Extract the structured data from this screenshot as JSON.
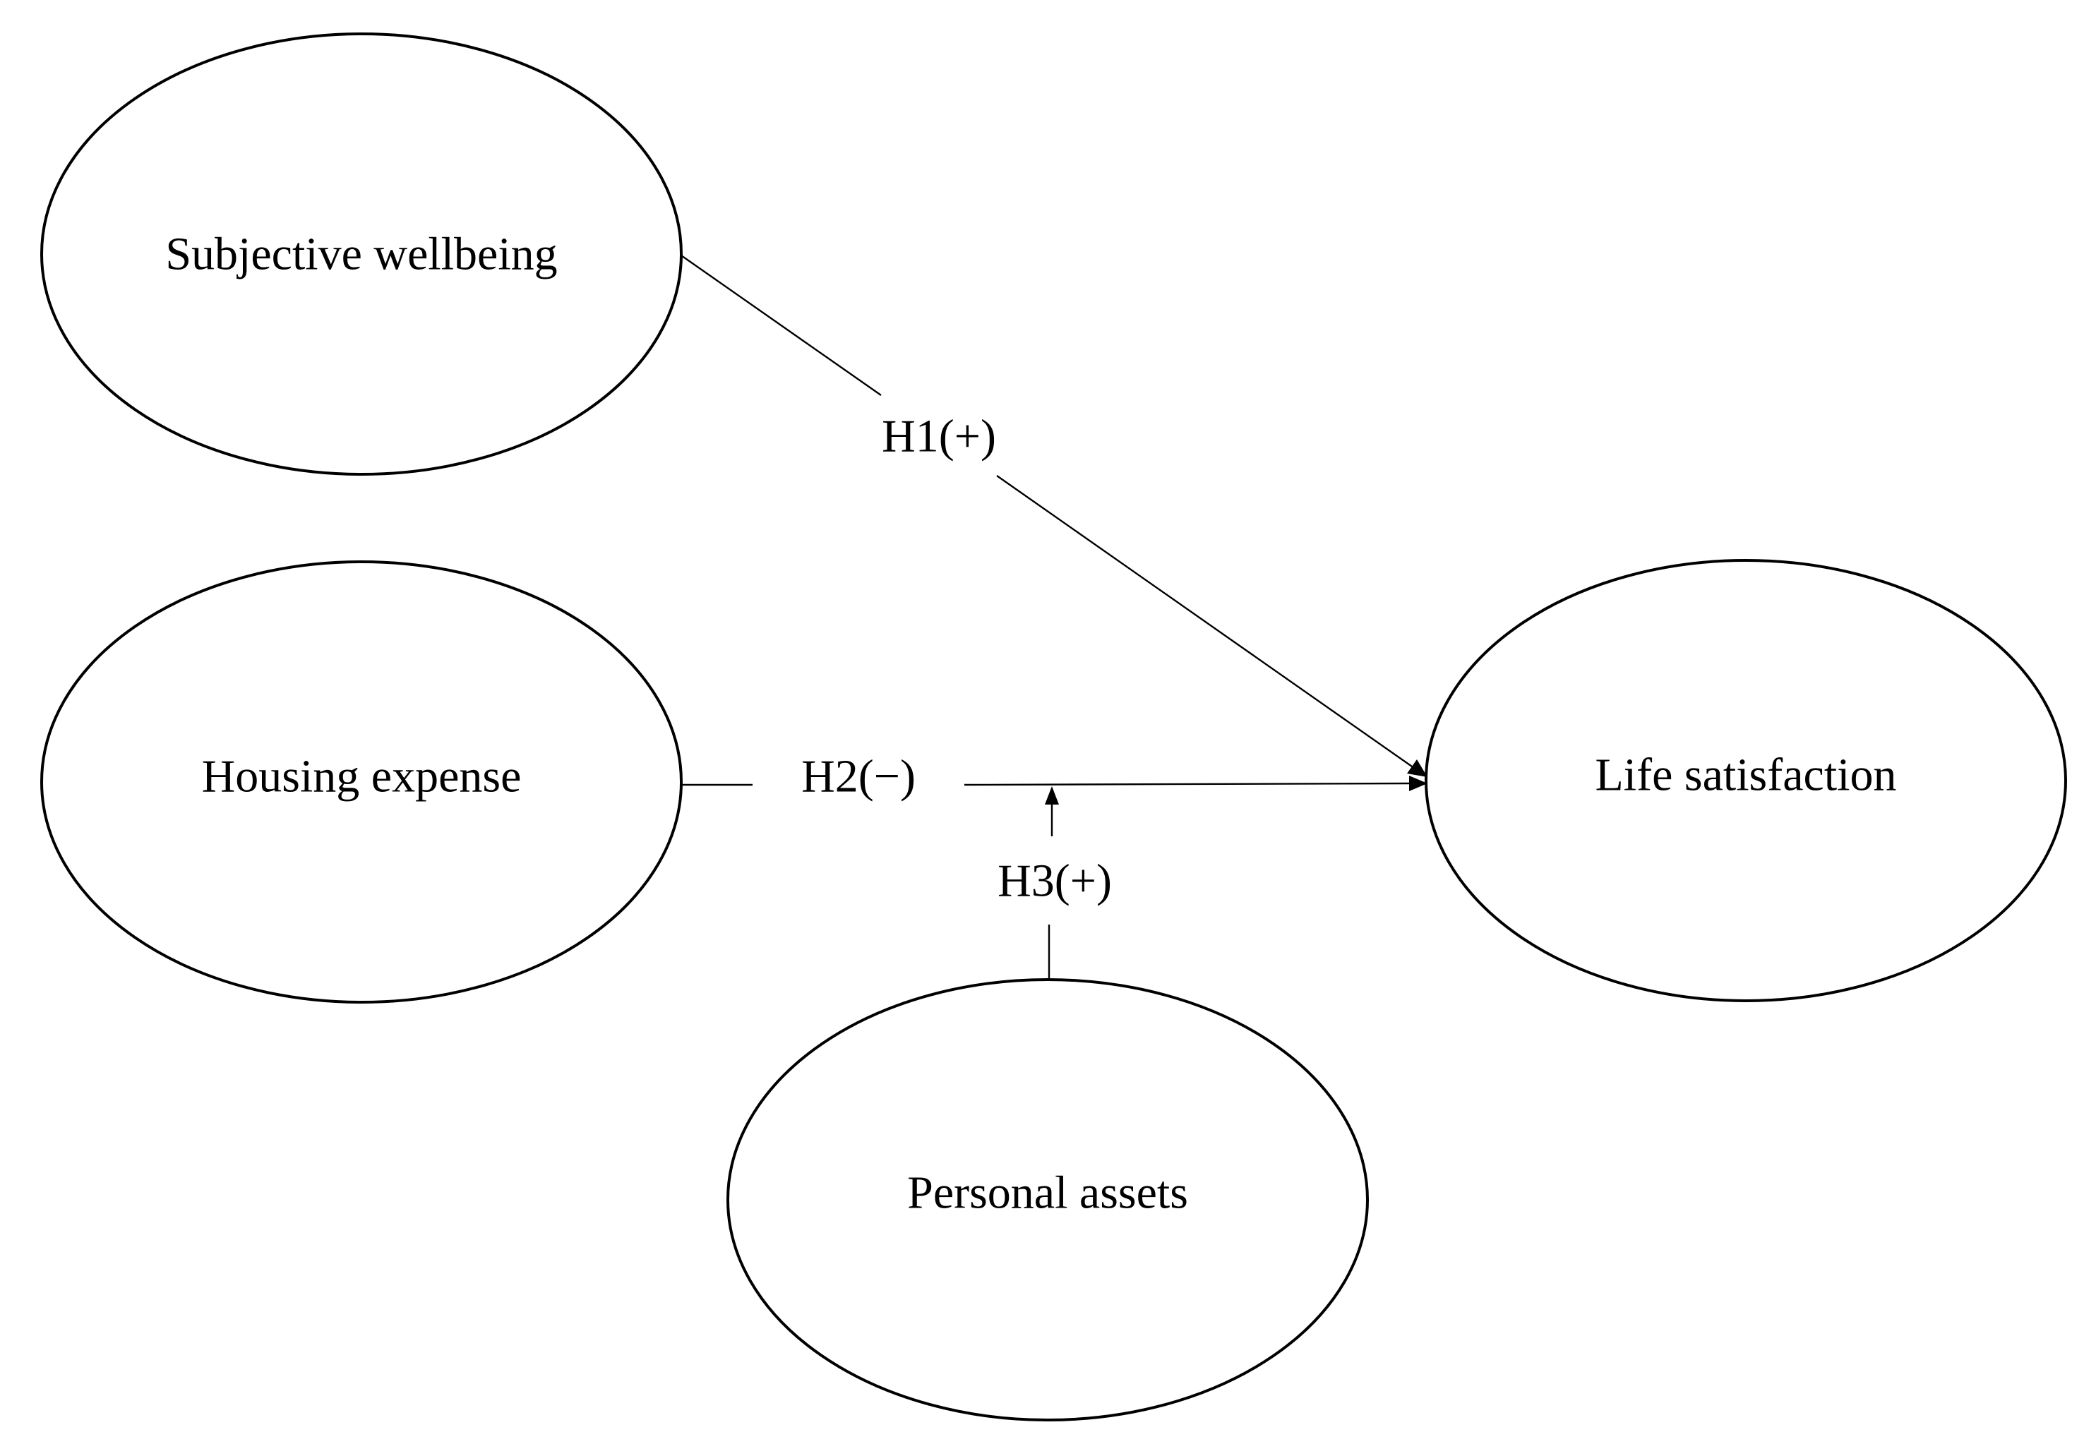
{
  "nodes": {
    "subjective_wellbeing": "Subjective wellbeing",
    "housing_expense": "Housing expense",
    "life_satisfaction": "Life satisfaction",
    "personal_assets": "Personal assets"
  },
  "edges": {
    "h1": {
      "label": "H1(+)",
      "from": "Subjective wellbeing",
      "to": "Life satisfaction"
    },
    "h2": {
      "label": "H2(−)",
      "from": "Housing expense",
      "to": "Life satisfaction"
    },
    "h3": {
      "label": "H3(+)",
      "from": "Personal assets",
      "to": "H2 path"
    }
  },
  "colors": {
    "stroke": "#000000",
    "background": "#ffffff"
  }
}
